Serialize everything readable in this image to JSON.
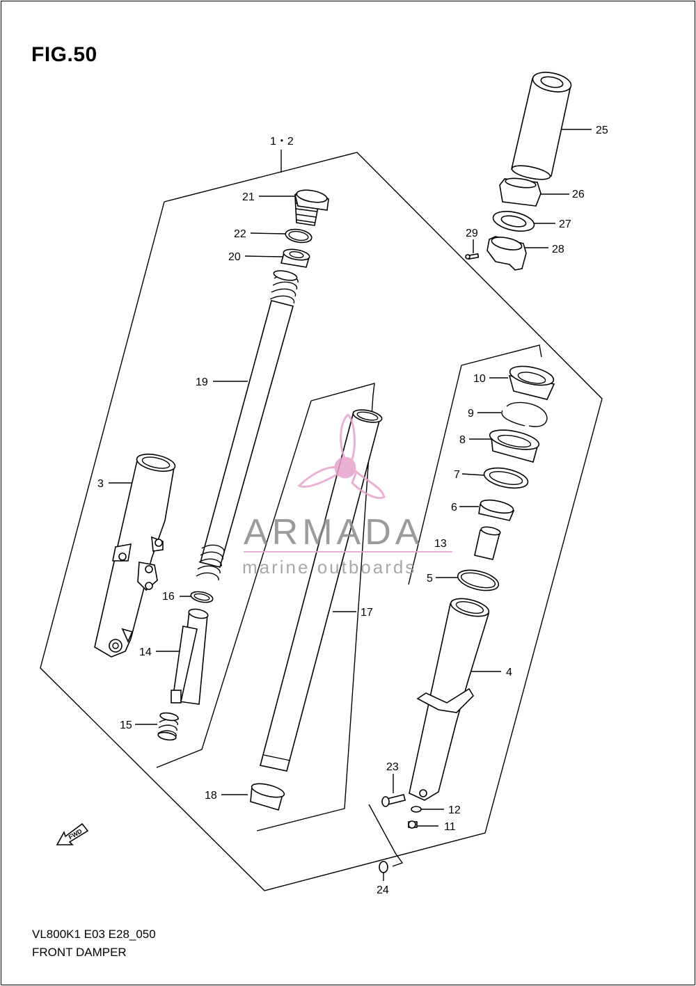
{
  "figure": {
    "title": "FIG.50",
    "model_code": "VL800K1 E03 E28_050",
    "section_name": "FRONT DAMPER"
  },
  "callouts": {
    "c1_2": "1・2",
    "c3": "3",
    "c4": "4",
    "c5": "5",
    "c6": "6",
    "c7": "7",
    "c8": "8",
    "c9": "9",
    "c10": "10",
    "c11": "11",
    "c12": "12",
    "c13": "13",
    "c14": "14",
    "c15": "15",
    "c16": "16",
    "c17": "17",
    "c18": "18",
    "c19": "19",
    "c20": "20",
    "c21": "21",
    "c22": "22",
    "c23": "23",
    "c24": "24",
    "c25": "25",
    "c26": "26",
    "c27": "27",
    "c28": "28",
    "c29": "29"
  },
  "fwd_arrow": {
    "label": "FWD",
    "icon": "fwd-arrow-icon"
  },
  "watermark": {
    "title": "ARMADA",
    "subtitle": "marine outboards",
    "logo": "propeller-logo-icon",
    "color": "#e7a3cc",
    "title_color": "#8a8a8a",
    "subtitle_color": "#9a9a9a"
  }
}
